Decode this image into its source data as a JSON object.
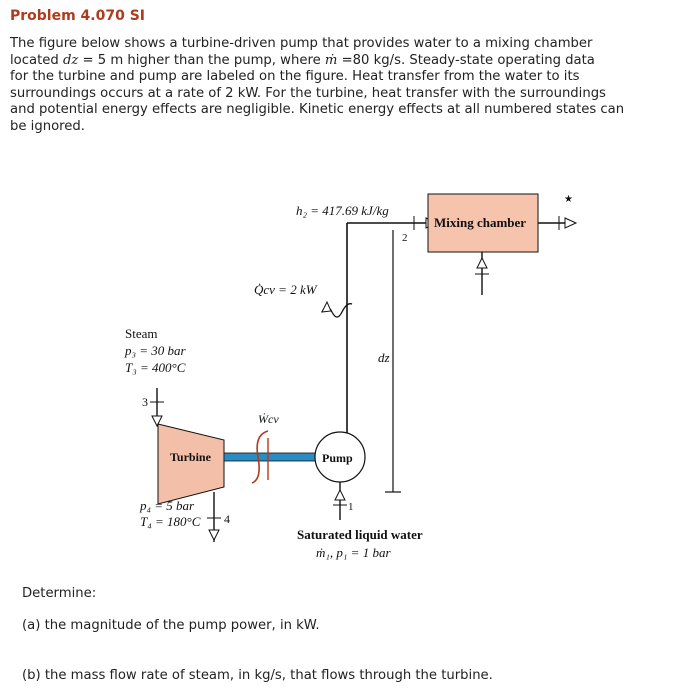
{
  "title": "Problem 4.070 SI",
  "statement": {
    "line1": "The figure below shows a turbine-driven pump that provides water to a mixing chamber",
    "line2a": "located",
    "dz": "dz",
    "line2b": " = 5 m higher than the pump, where",
    "mdot": "ṁ",
    "line2c": " =80 kg/s. Steady-state operating data",
    "line3": "for the turbine and pump are labeled on the figure. Heat transfer from the water to its",
    "line4": "surroundings occurs at a rate of 2 kW. For the turbine, heat transfer with the surroundings",
    "line5": "and potential energy effects are negligible. Kinetic energy effects at all numbered states can",
    "line6": "be ignored."
  },
  "figure": {
    "h2": "h₂ = 417.69 kJ/kg",
    "mixing_chamber": "Mixing chamber",
    "state2": "2",
    "qcv": "Q̇cv = 2 kW",
    "steam": "Steam",
    "p3": "p₃ = 30 bar",
    "t3": "T₃ = 400°C",
    "state3": "3",
    "wcv": "Ẇcv",
    "dz": "dz",
    "turbine": "Turbine",
    "pump": "Pump",
    "p4": "p₄ = 5 bar",
    "t4": "T₄ = 180°C",
    "state4": "4",
    "state1": "1",
    "sat1": "Saturated liquid water",
    "sat2": "ṁ₁, p₁ = 1 bar"
  },
  "determine": "Determine:",
  "question_a": "(a) the magnitude of the pump power, in kW.",
  "question_b": "(b) the mass flow rate of steam, in kg/s, that flows through the turbine.",
  "colors": {
    "title": "#b03a1c",
    "turbine_fill": "#f4bfa8",
    "mixing_fill": "#f6c3ad",
    "pipe_blue": "#2b8cc4"
  }
}
